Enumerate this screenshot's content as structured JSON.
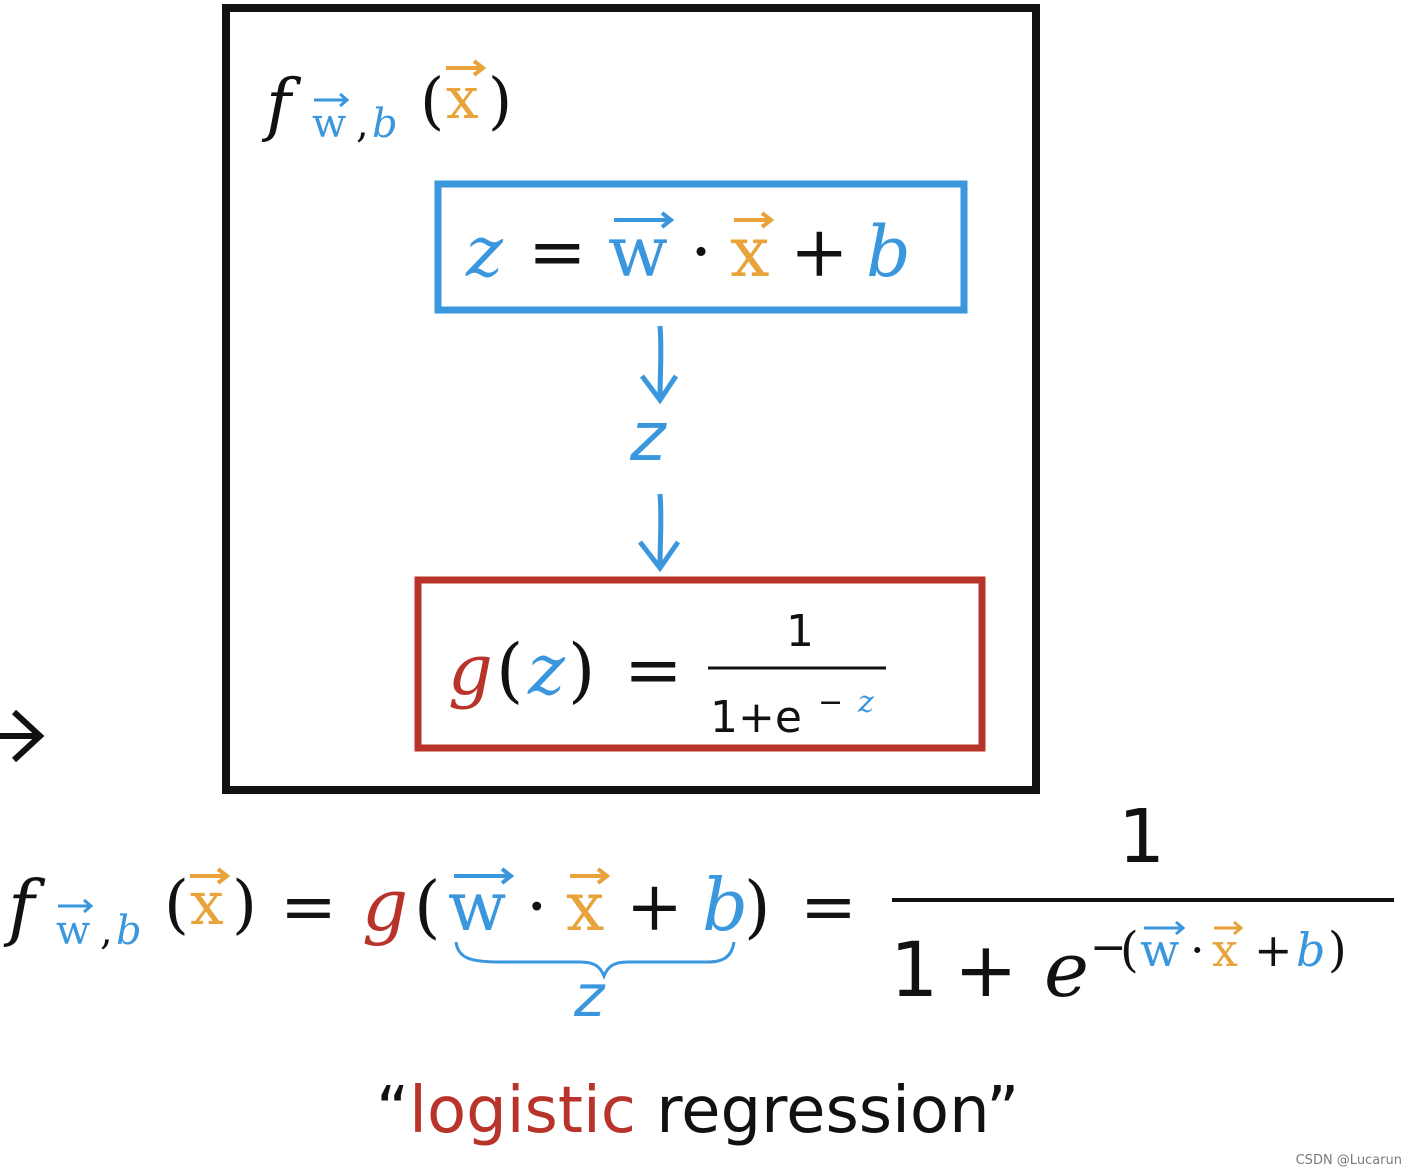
{
  "colors": {
    "black": "#111111",
    "blue": "#3a96dd",
    "orange": "#e8a33a",
    "red": "#b8332a"
  },
  "top_box": {
    "f_letter": "f",
    "sub_w": "w",
    "sub_comma": ",",
    "sub_b": "b",
    "paren_open": "(",
    "x_letter": "x",
    "paren_close": ")"
  },
  "linear_box": {
    "z": "z",
    "equals": "=",
    "w": "w",
    "dot": "·",
    "x": "x",
    "plus": "+",
    "b": "b"
  },
  "middle_z": "z",
  "sigmoid_box": {
    "g": "g",
    "paren_open": "(",
    "z": "z",
    "paren_close": ")",
    "equals": "=",
    "numerator": "1",
    "denominator_base": "1+e",
    "exponent_minus": "−",
    "exponent_z": "z"
  },
  "full_formula": {
    "f": "f",
    "sub_w": "w",
    "sub_comma": ",",
    "sub_b": "b",
    "paren_open": "(",
    "x": "x",
    "paren_close": ")",
    "equals1": "=",
    "g": "g",
    "g_paren_open": "(",
    "w": "w",
    "dot": "·",
    "x2": "x",
    "plus": "+",
    "b": "b",
    "g_paren_close": ")",
    "equals2": "=",
    "numerator": "1",
    "denominator_one": "1",
    "denominator_plus": "+",
    "denominator_e": "e",
    "exp_minus": "−",
    "exp_paren_open": "(",
    "exp_w": "w",
    "exp_dot": "·",
    "exp_x": "x",
    "exp_plus": "+",
    "exp_b": "b",
    "exp_paren_close": ")",
    "brace_label": "z"
  },
  "caption": {
    "open_quote": "“",
    "word_logistic": "logistic",
    "word_regression": " regression",
    "close_quote": "”"
  },
  "watermark": "CSDN @Lucarun"
}
